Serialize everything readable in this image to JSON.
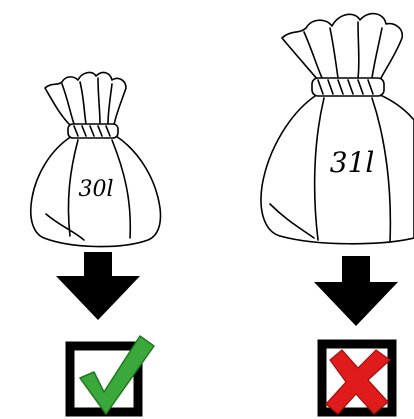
{
  "bags": [
    {
      "label": "30l",
      "result": "check",
      "result_color": "#3aa83a"
    },
    {
      "label": "31l",
      "result": "cross",
      "result_color": "#e01b1b"
    }
  ],
  "colors": {
    "outline": "#000000",
    "arrow": "#000000",
    "box": "#000000",
    "check": "#3aa83a",
    "cross": "#e01b1b",
    "background": "#ffffff"
  },
  "icons": [
    "bag-icon",
    "down-arrow-icon",
    "check-box-icon",
    "cross-box-icon"
  ]
}
